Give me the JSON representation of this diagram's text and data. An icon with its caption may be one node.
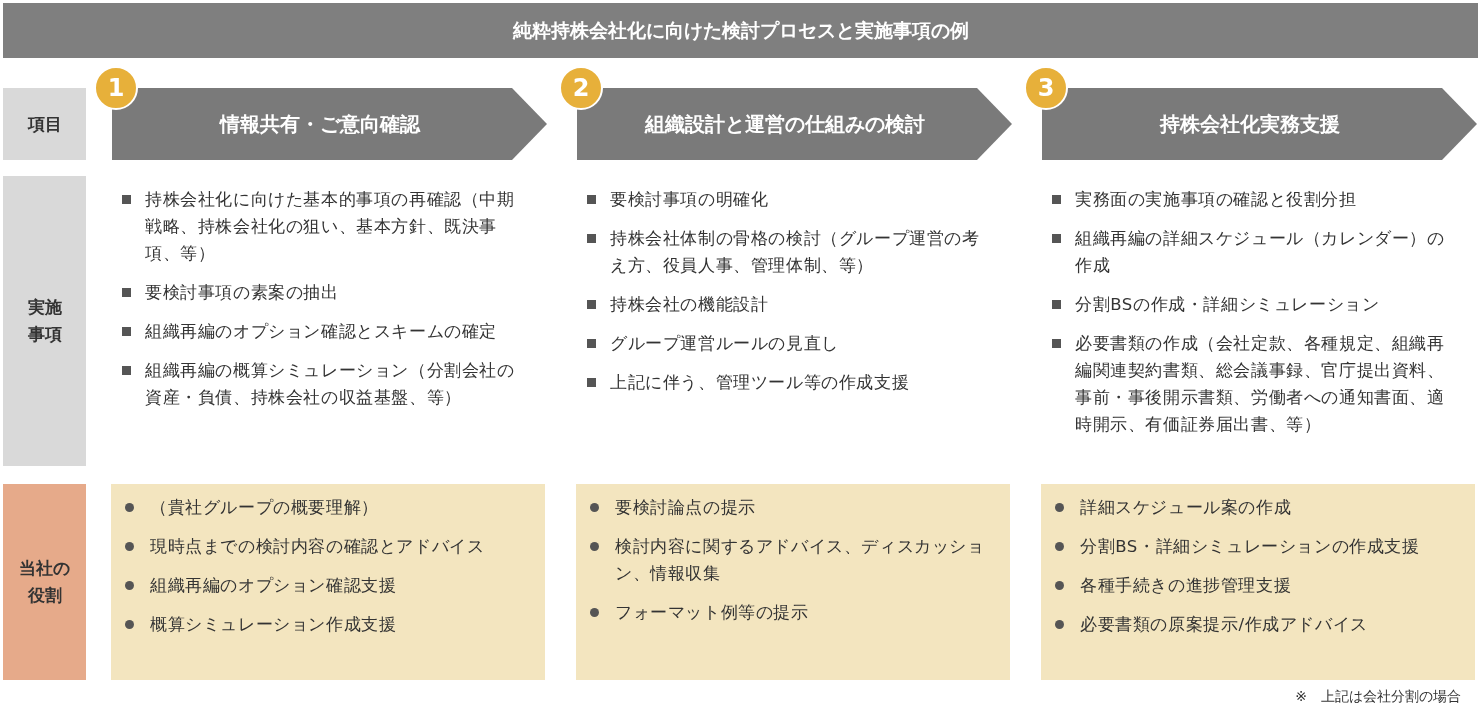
{
  "diagram": {
    "title": "純粋持株会社化に向けた検討プロセスと実施事項の例",
    "nodes": [
      {
        "text": [
          "項目"
        ]
      },
      {
        "text": [
          "1",
          "情報共有・ご意向確認"
        ]
      },
      {
        "text": [
          "2",
          "組織設計と運営の仕組みの検討"
        ]
      },
      {
        "text": [
          "3",
          "持株会社化実務支援"
        ]
      },
      {
        "text": [
          "実施事項"
        ]
      },
      {
        "text": [
          "当社の役割"
        ]
      },
      {
        "text": [
          "（貴社グループの概要理解）",
          "現時点までの検討内容の確認とアドバイス",
          "組織再編のオプション確認支援",
          "概算シミュレーション作成支援"
        ]
      },
      {
        "text": [
          "要検討論点の提示",
          "検討内容に関するアドバイス、ディスカッション、情報収集",
          "フォーマット例等の提示"
        ]
      },
      {
        "text": [
          "詳細スケジュール案の作成",
          "分割BS・詳細シミュレーションの作成支援",
          "各種手続きの進捗管理支援",
          "必要書類の原案提示/作成アドバイス"
        ]
      }
    ],
    "labels": [
      "持株会社化に向けた基本的事項の再確認（中期戦略、持株会社化の狙い、基本方針、既決事項、等）",
      "要検討事項の素案の抽出",
      "組織再編のオプション確認とスキームの確定",
      "組織再編の概算シミュレーション（分割会社の資産・負債、持株会社の収益基盤、等）",
      "要検討事項の明確化",
      "持株会社体制の骨格の検討（グループ運営の考え方、役員人事、管理体制、等）",
      "持株会社の機能設計",
      "グループ運営ルールの見直し",
      "上記に伴う、管理ツール等の作成支援",
      "実務面の実施事項の確認と役割分担",
      "組織再編の詳細スケジュール（カレンダー）の作成",
      "分割BSの作成・詳細シミュレーション",
      "必要書類の作成（会社定款、各種規定、組織再編関連契約書類、総会議事録、官庁提出資料、事前・事後開示書類、労働者への通知書面、適時開示、有価証券届出書、等）",
      "※　上記は会社分割の場合"
    ]
  }
}
